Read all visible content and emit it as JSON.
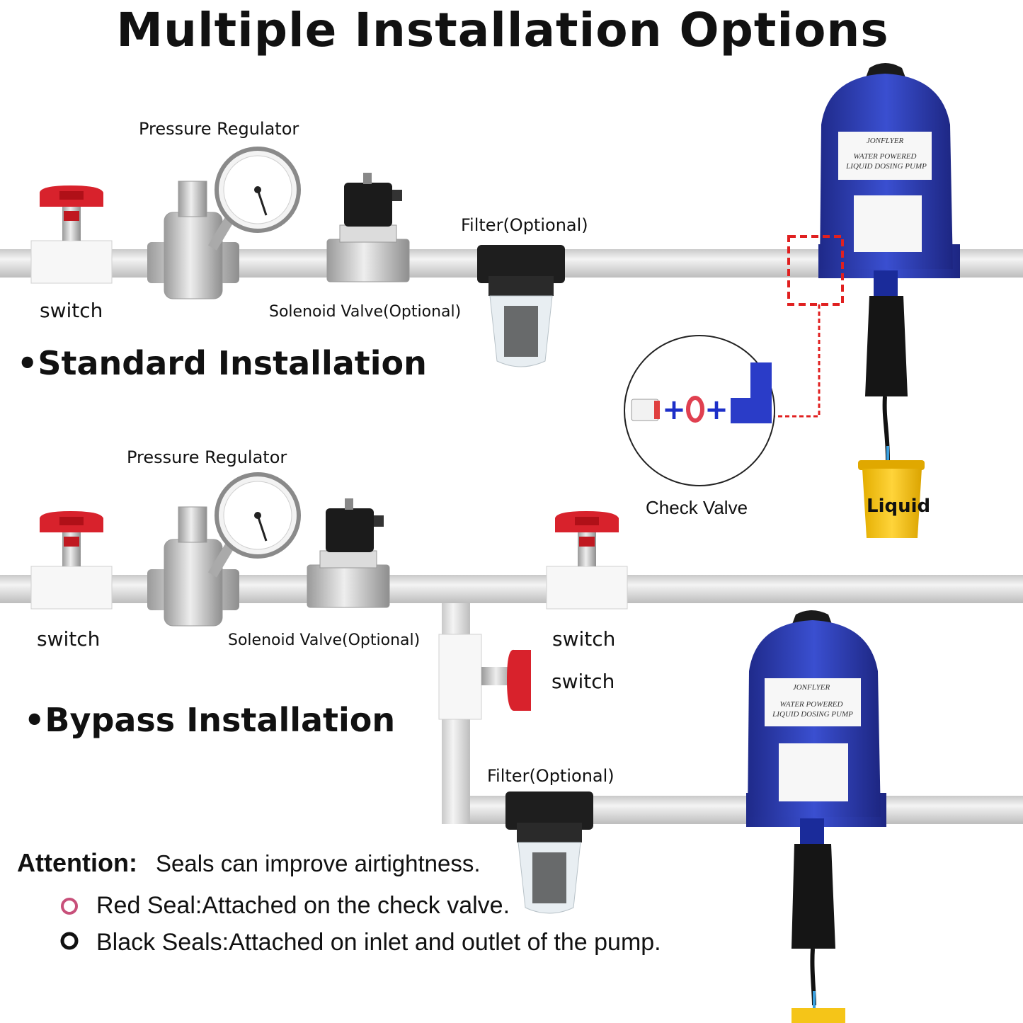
{
  "title": "Multiple Installation Options",
  "standard": {
    "heading": "•Standard Installation",
    "pressure_regulator": "Pressure Regulator",
    "switch": "switch",
    "solenoid": "Solenoid Valve(Optional)",
    "filter": "Filter(Optional)",
    "check_valve": "Check Valve",
    "liquid": "Liquid"
  },
  "bypass": {
    "heading": "•Bypass Installation",
    "pressure_regulator": "Pressure Regulator",
    "switch_left": "switch",
    "solenoid": "Solenoid Valve(Optional)",
    "switch_right_1": "switch",
    "switch_right_2": "switch",
    "filter": "Filter(Optional)"
  },
  "pump": {
    "brand": "JONFLYER",
    "line1": "WATER POWERED",
    "line2": "LIQUID DOSING PUMP"
  },
  "attention": {
    "label": "Attention:",
    "text": "Seals can improve airtightness.",
    "red_seal": "Red Seal:Attached on the check valve.",
    "black_seal": "Black Seals:Attached on inlet and outlet of the pump."
  },
  "colors": {
    "pump_blue": "#2f3fb8",
    "valve_red": "#d8222c",
    "bucket_yellow": "#f5c518",
    "pipe_gray": "#d9d9d9",
    "dash_red": "#e02020",
    "seal_pink": "#c8507a"
  }
}
